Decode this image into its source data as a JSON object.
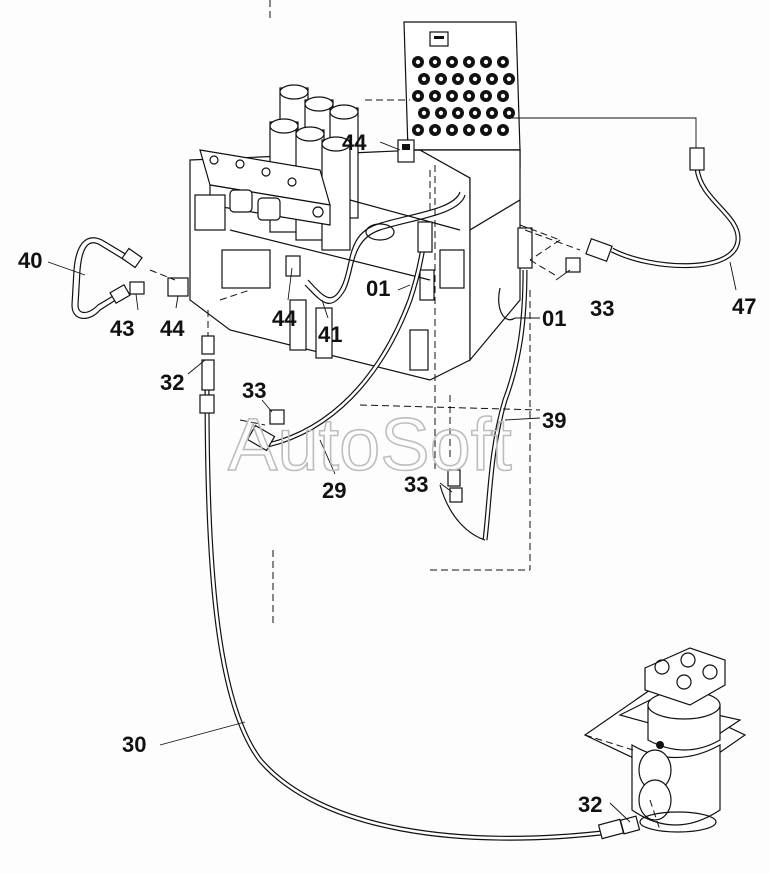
{
  "watermark": "AutoSoft",
  "labels": {
    "p40": "40",
    "p43": "43",
    "p44a": "44",
    "p44b": "44",
    "p44c": "44",
    "p32a": "32",
    "p32b": "32",
    "p33a": "33",
    "p33b": "33",
    "p33c": "33",
    "p01a": "01",
    "p01b": "01",
    "p41": "41",
    "p29": "29",
    "p39": "39",
    "p30": "30",
    "p47": "47"
  }
}
